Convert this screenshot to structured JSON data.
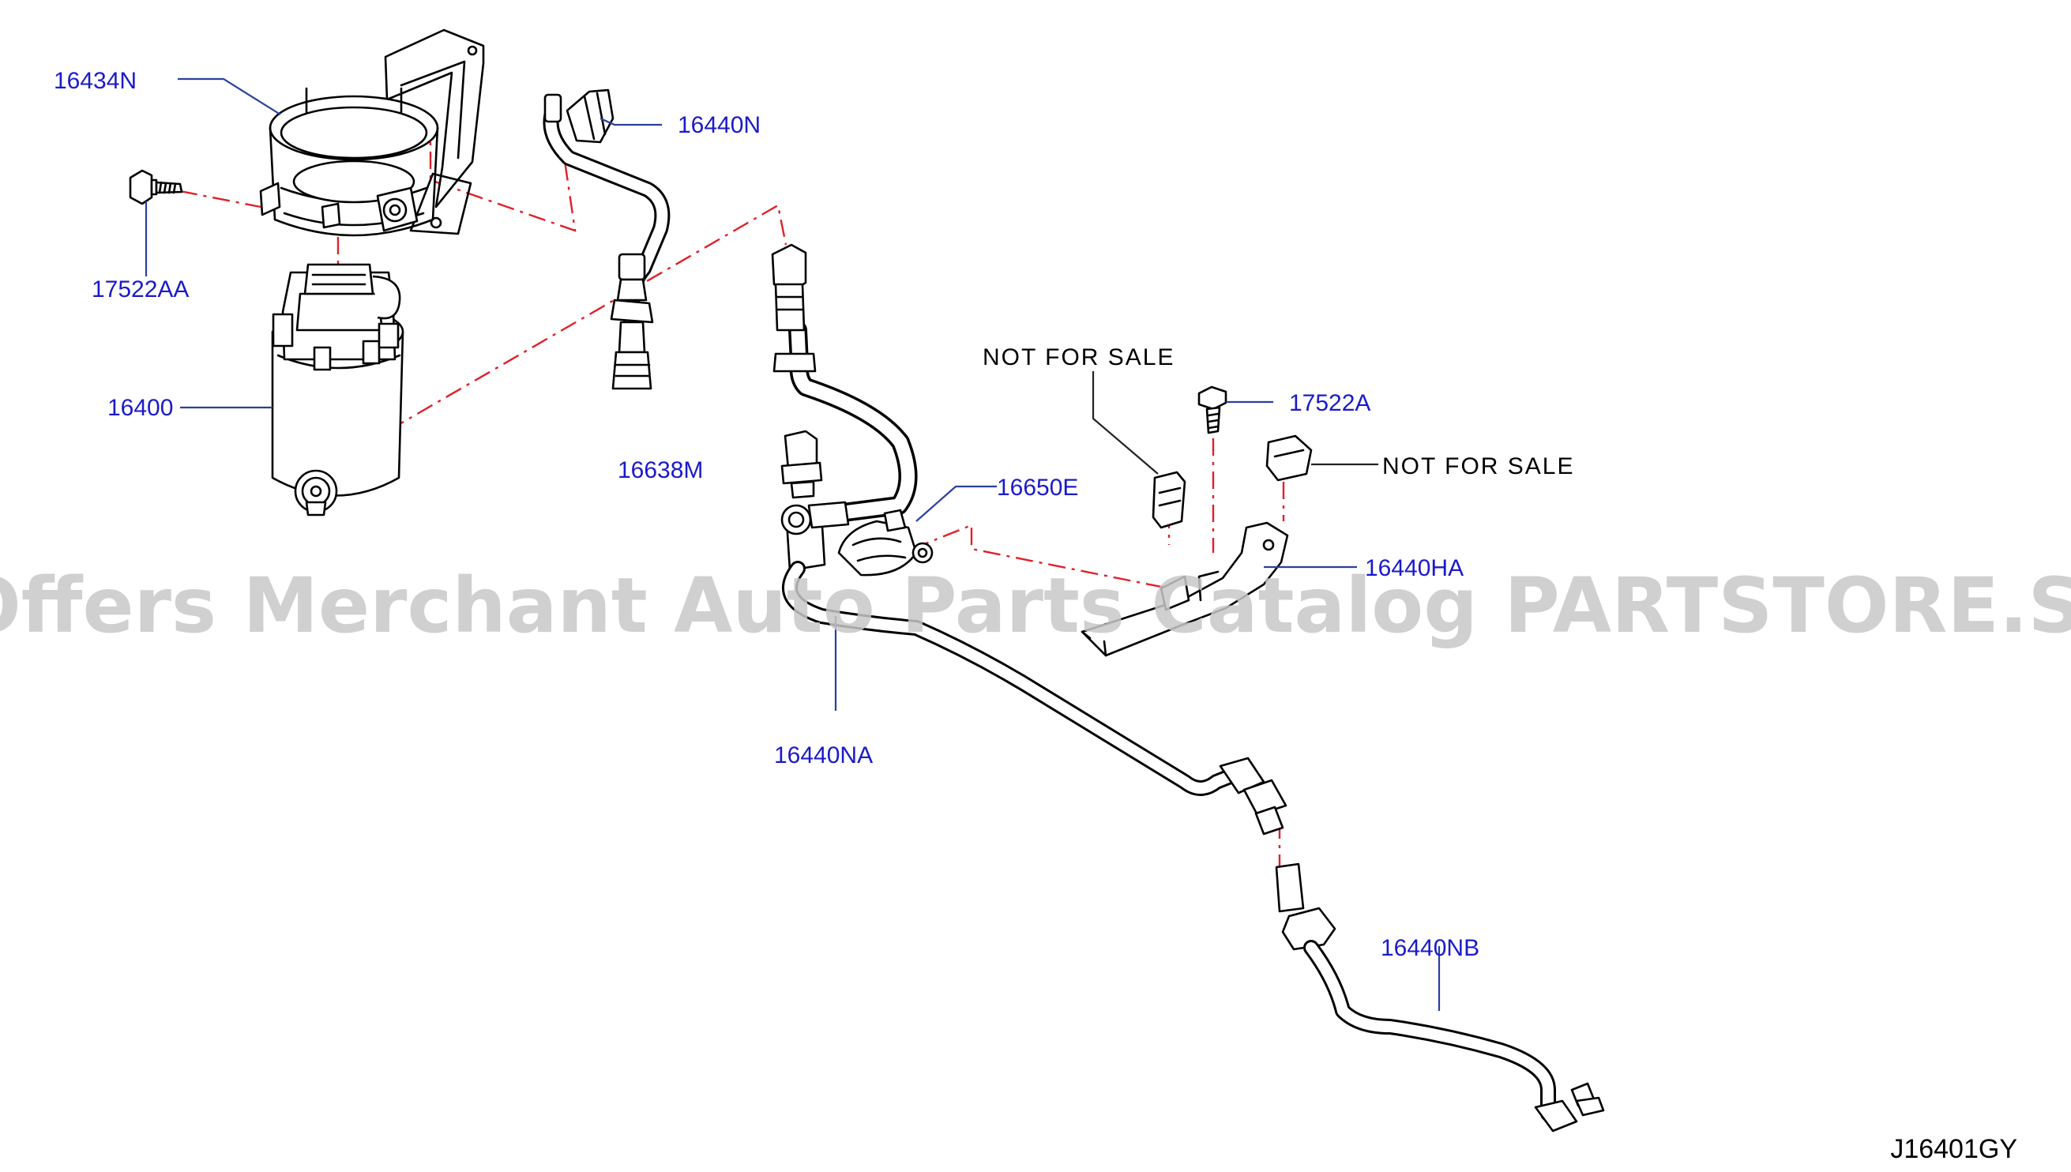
{
  "labels": {
    "p16434N": "16434N",
    "p16440N": "16440N",
    "p17522AA": "17522AA",
    "p16400": "16400",
    "p16638M": "16638M",
    "p16650E": "16650E",
    "p16440HA": "16440HA",
    "p17522A": "17522A",
    "p16440NA": "16440NA",
    "p16440NB": "16440NB",
    "nfs1": "NOT FOR SALE",
    "nfs2": "NOT FOR SALE",
    "diagram_code": "J16401GY"
  },
  "watermark": "Offers Merchant Auto Parts Catalog PARTSTORE.SA",
  "colors": {
    "part_label": "#1a1acc",
    "leader": "#2a3f9e",
    "dash": "#e0202a",
    "watermark": "#c8c8c8",
    "outline": "#000000"
  }
}
